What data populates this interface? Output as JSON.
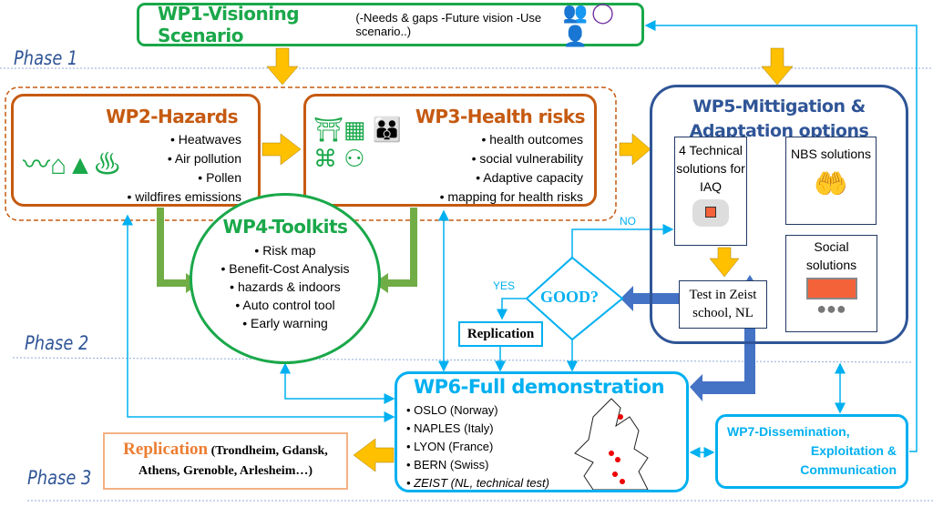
{
  "phases": [
    "Phase 1",
    "Phase 2",
    "Phase 3"
  ],
  "wp1": {
    "title": "WP1-Visioning Scenario",
    "subtitle": "(-Needs & gaps  -Future vision   -Use scenario..)"
  },
  "wp2": {
    "title": "WP2-Hazards",
    "items": [
      "Heatwaves",
      "Air pollution",
      "Pollen",
      "wildfires emissions"
    ]
  },
  "wp3": {
    "title": "WP3-Health risks",
    "items": [
      "health outcomes",
      "social vulnerability",
      "Adaptive capacity",
      "mapping for health risks"
    ]
  },
  "wp4": {
    "title": "WP4-Toolkits",
    "items": [
      "Risk map",
      "Benefit-Cost Analysis",
      "hazards & indoors",
      "Auto control tool",
      "Early warning"
    ]
  },
  "wp5": {
    "title": "WP5-Mittigation & Adaptation options",
    "technical": "4 Technical solutions for IAQ",
    "nbs": "NBS solutions",
    "social": "Social solutions",
    "test": "Test in Zeist school, NL"
  },
  "decision": {
    "label": "GOOD?",
    "yes": "YES",
    "no": "NO"
  },
  "replication_box": "Replication",
  "wp6": {
    "title": "WP6-Full demonstration",
    "items": [
      "OSLO (Norway)",
      "NAPLES (Italy)",
      "LYON (France)",
      "BERN (Swiss)",
      "ZEIST (NL, technical test)"
    ]
  },
  "wp7": {
    "title_lines": [
      "WP7-Dissemination,",
      "Exploitation &",
      "Communication"
    ]
  },
  "replication_future": {
    "label": "Replication",
    "cities": "(Trondheim, Gdansk, Athens, Grenoble, Arlesheim…)"
  },
  "colors": {
    "green": "#1aa84a",
    "brown": "#c55a11",
    "navy": "#2f5597",
    "cyan": "#00b0f0",
    "yellow": "#ffc000",
    "orange": "#ed7d31",
    "purple": "#7030a0"
  }
}
